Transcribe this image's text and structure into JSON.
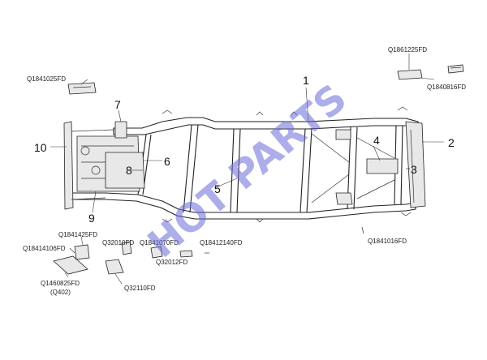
{
  "diagram": {
    "callouts": [
      {
        "id": "c1",
        "label": "1"
      },
      {
        "id": "c2",
        "label": "2"
      },
      {
        "id": "c3",
        "label": "3"
      },
      {
        "id": "c4",
        "label": "4"
      },
      {
        "id": "c5",
        "label": "5"
      },
      {
        "id": "c6",
        "label": "6"
      },
      {
        "id": "c7",
        "label": "7"
      },
      {
        "id": "c8",
        "label": "8"
      },
      {
        "id": "c9",
        "label": "9"
      },
      {
        "id": "c10",
        "label": "10"
      }
    ],
    "part_numbers": {
      "p_q1841025": "Q1841025FD",
      "p_q1861225": "Q1861225FD",
      "p_q1840816": "Q1840816FD",
      "p_q1841016": "Q1841016FD",
      "p_q1841425": "Q1841425FD",
      "p_q18414106": "Q18414106FD",
      "p_q32010": "Q32010FD",
      "p_q1841070": "Q1841070FD",
      "p_q18412140": "Q18412140FD",
      "p_q32012": "Q32012FD",
      "p_q32110": "Q32110FD",
      "p_q1460825": "Q1460825FD",
      "p_q1460825_sub": "(Q402)"
    },
    "watermark": "HOT PARTS"
  }
}
